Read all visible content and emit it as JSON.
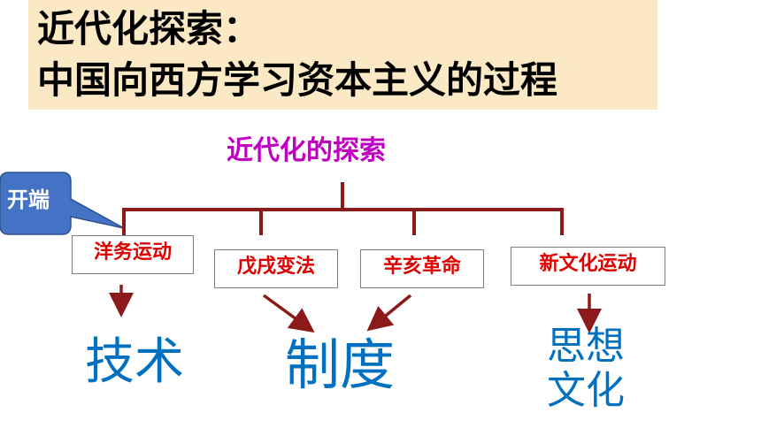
{
  "title": {
    "line1": "近代化探索：",
    "line2": "中国向西方学习资本主义的过程"
  },
  "diagram": {
    "root": "近代化的探索",
    "callout": "开端",
    "nodes": [
      "洋务运动",
      "戊戌变法",
      "辛亥革命",
      "新文化运动"
    ],
    "outcomes": {
      "tech": "技术",
      "institution": "制度",
      "thought": "思想",
      "culture": "文化"
    }
  },
  "colors": {
    "title_bg": "#fbe8c4",
    "root_text": "#c000c0",
    "connector": "#8b1a1a",
    "node_text": "#e00000",
    "outcome_text": "#0070c0",
    "callout_fill": "#4472c4"
  }
}
